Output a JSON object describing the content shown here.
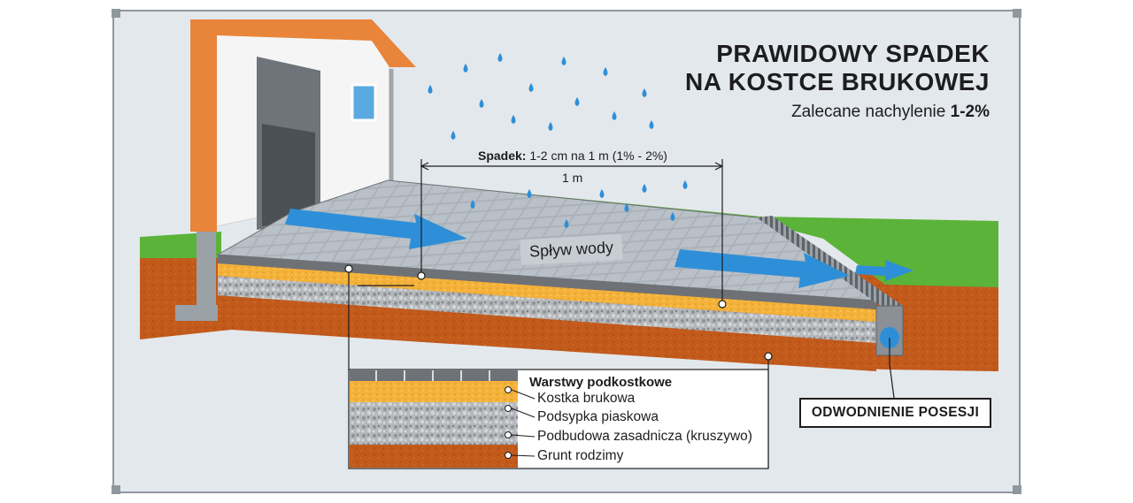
{
  "title_line1": "PRAWIDOWY SPADEK",
  "title_line2": "NA KOSTCE BRUKOWEJ",
  "subtitle_text": "Zalecane nachylenie",
  "subtitle_value": "1-2%",
  "slope_label_bold": "Spadek:",
  "slope_label_text": "1-2 cm na 1 m (1% - 2%)",
  "distance_label": "1 m",
  "water_flow_label": "Spływ wody",
  "layers_title": "Warstwy podkostkowe",
  "layers": [
    {
      "name": "Kostka brukowa",
      "color": "#6e7277"
    },
    {
      "name": "Podsypka piaskowa",
      "color": "#f4b23a"
    },
    {
      "name": "Podbudowa zasadnicza (kruszywo)",
      "color": "#b9bcbf"
    },
    {
      "name": "Grunt rodzimy",
      "color": "#c25a1c"
    }
  ],
  "drainage_label": "ODWODNIENIE POSESJI",
  "colors": {
    "background": "#e3e8ec",
    "frame": "#8f979e",
    "grass": "#5bb33a",
    "soil": "#c25a1c",
    "sand": "#f4b23a",
    "gravel": "#b9bcbf",
    "paving": "#a9b0b7",
    "water": "#2e8fd8",
    "house_wall": "#f5f5f5",
    "house_trim": "#e8853a"
  },
  "icons": [
    "raindrop-icon",
    "arrow-right-icon",
    "frame-corner-icon"
  ]
}
